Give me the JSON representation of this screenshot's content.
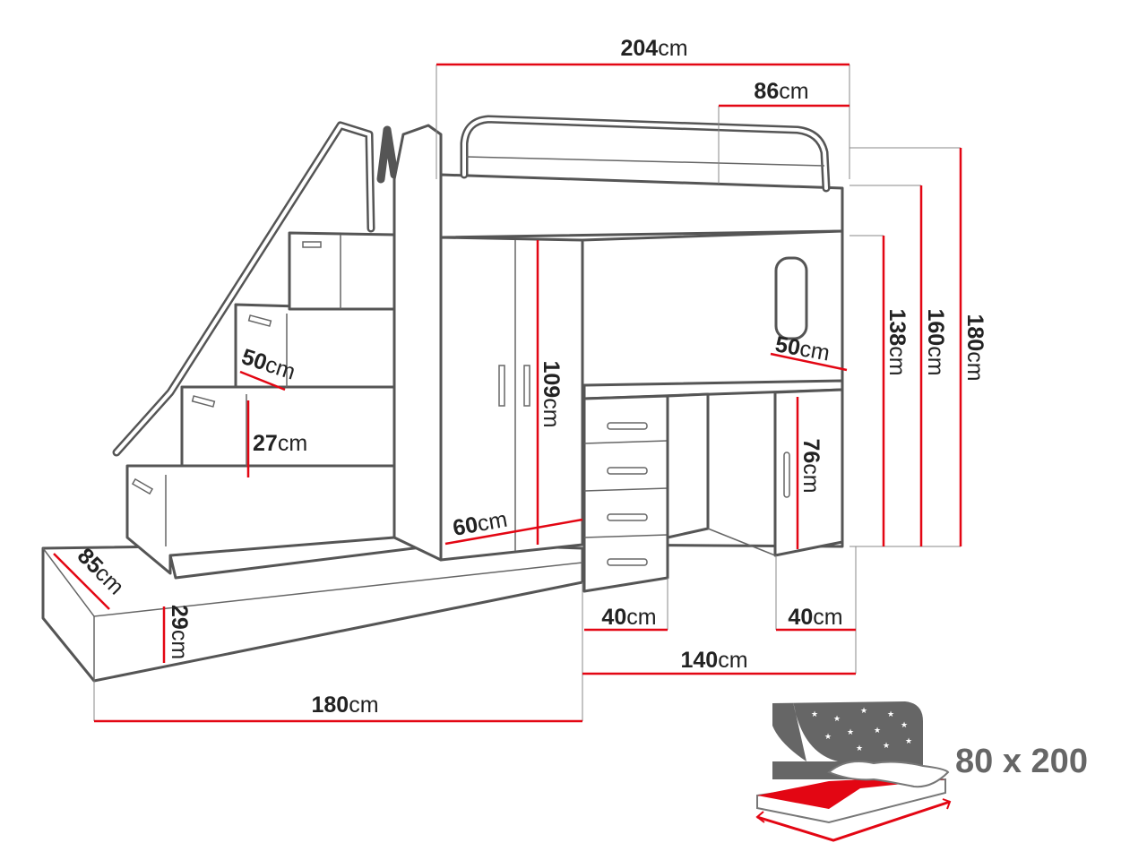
{
  "dimensions": {
    "total_length": {
      "value": "204",
      "unit": "cm"
    },
    "bed_guard_opening": {
      "value": "86",
      "unit": "cm"
    },
    "total_height": {
      "value": "180",
      "unit": "cm"
    },
    "guard_top_height": {
      "value": "160",
      "unit": "cm"
    },
    "bed_base_height": {
      "value": "138",
      "unit": "cm"
    },
    "wardrobe_height": {
      "value": "109",
      "unit": "cm"
    },
    "desk_height": {
      "value": "76",
      "unit": "cm"
    },
    "step_height": {
      "value": "27",
      "unit": "cm"
    },
    "step_depth": {
      "value": "50",
      "unit": "cm"
    },
    "desk_depth": {
      "value": "50",
      "unit": "cm"
    },
    "wardrobe_depth": {
      "value": "60",
      "unit": "cm"
    },
    "base_depth": {
      "value": "85",
      "unit": "cm"
    },
    "base_height": {
      "value": "29",
      "unit": "cm"
    },
    "base_length": {
      "value": "180",
      "unit": "cm"
    },
    "desk_length": {
      "value": "140",
      "unit": "cm"
    },
    "drawer_unit_width": {
      "value": "40",
      "unit": "cm"
    },
    "desk_cabinet_width": {
      "value": "40",
      "unit": "cm"
    }
  },
  "mattress_size": "80 x 200",
  "colors": {
    "accent": "#e30613",
    "outline": "#555555"
  }
}
